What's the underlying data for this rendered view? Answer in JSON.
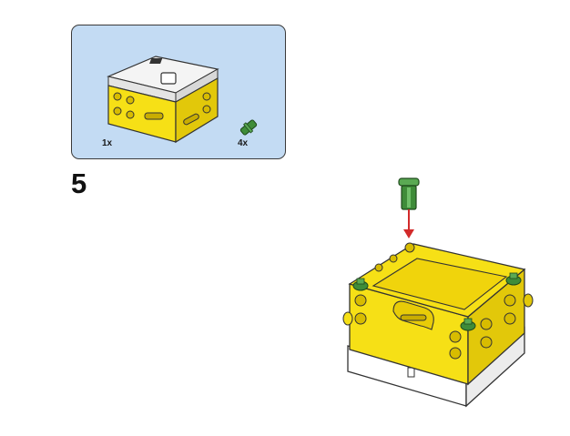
{
  "parts_list": {
    "items": [
      {
        "name": "hub-box",
        "quantity": "1x"
      },
      {
        "name": "green-connector-peg",
        "quantity": "4x"
      }
    ]
  },
  "step": {
    "number": "5"
  },
  "colors": {
    "panel_bg": "#c3dbf3",
    "yellow": "#f6e016",
    "green": "#3f8c39",
    "arrow": "#d22a2a"
  }
}
